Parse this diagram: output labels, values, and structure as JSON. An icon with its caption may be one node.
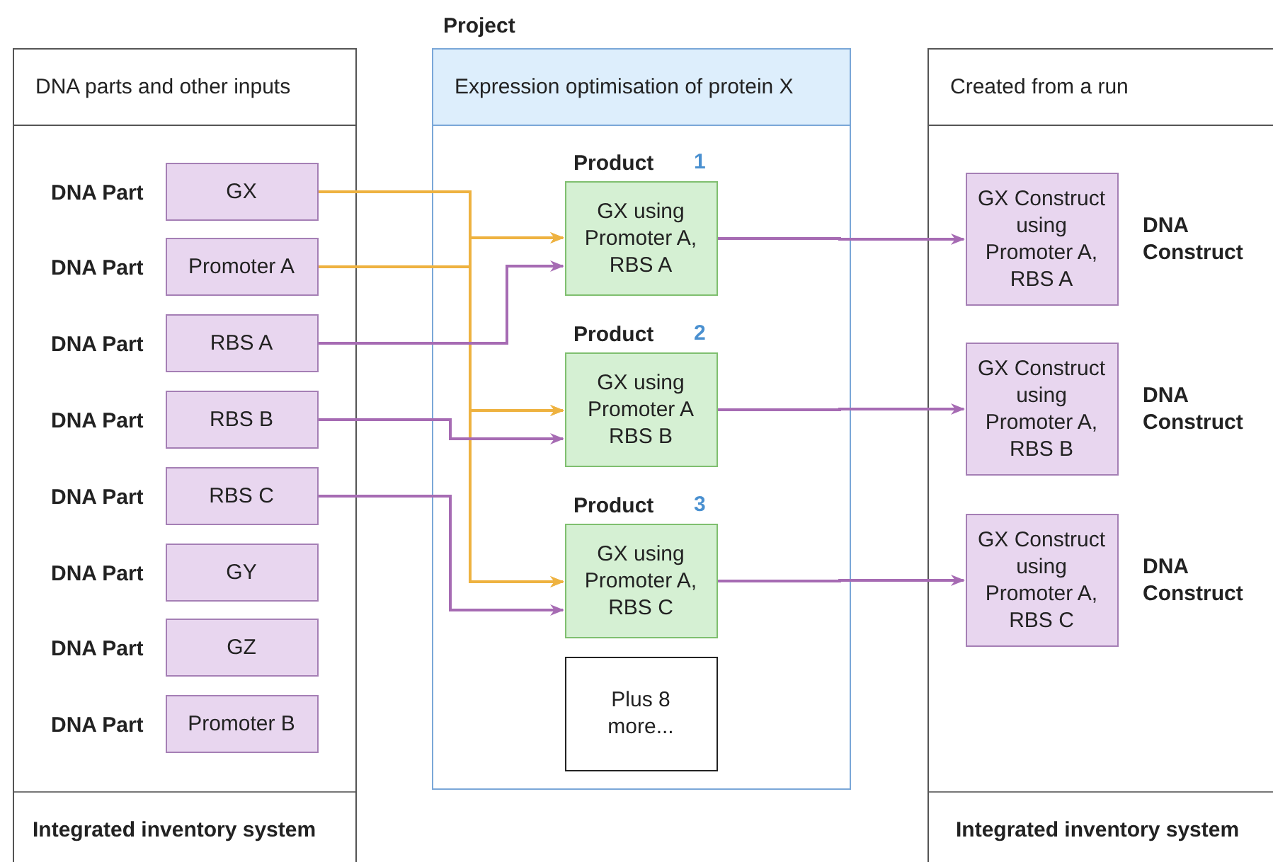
{
  "diagram": {
    "nodes": [
      {
        "text": [
          "DNA parts and other inputs",
          "Integrated inventory system"
        ]
      },
      {
        "text": [
          "GX"
        ],
        "in": 0,
        "beside": [
          "DNA Part"
        ]
      },
      {
        "text": [
          "Promoter A"
        ],
        "in": 0,
        "beside": [
          "DNA Part"
        ]
      },
      {
        "text": [
          "RBS A"
        ],
        "in": 0,
        "beside": [
          "DNA Part"
        ]
      },
      {
        "text": [
          "RBS B"
        ],
        "in": 0,
        "beside": [
          "DNA Part"
        ]
      },
      {
        "text": [
          "RBS C"
        ],
        "in": 0,
        "beside": [
          "DNA Part"
        ]
      },
      {
        "text": [
          "GY"
        ],
        "in": 0,
        "beside": [
          "DNA Part"
        ]
      },
      {
        "text": [
          "GZ"
        ],
        "in": 0,
        "beside": [
          "DNA Part"
        ]
      },
      {
        "text": [
          "Promoter B"
        ],
        "in": 0,
        "beside": [
          "DNA Part"
        ]
      },
      {
        "text": [
          "Project",
          "Expression optimisation of protein X"
        ]
      },
      {
        "text": [
          "GX using Promoter A, RBS A"
        ],
        "in": 9,
        "beside": [
          "Product",
          "1"
        ]
      },
      {
        "text": [
          "GX using Promoter A RBS B"
        ],
        "in": 9,
        "beside": [
          "Product",
          "2"
        ]
      },
      {
        "text": [
          "GX using Promoter A, RBS C"
        ],
        "in": 9,
        "beside": [
          "Product",
          "3"
        ]
      },
      {
        "text": [
          "Plus 8 more..."
        ],
        "in": 9
      },
      {
        "text": [
          "Created from a run",
          "Integrated inventory system"
        ]
      },
      {
        "text": [
          "GX Construct using Promoter A, RBS A"
        ],
        "in": 14,
        "beside": [
          "DNA Construct"
        ]
      },
      {
        "text": [
          "GX Construct using Promoter A, RBS B"
        ],
        "in": 14,
        "beside": [
          "DNA Construct"
        ]
      },
      {
        "text": [
          "GX Construct using Promoter A, RBS C"
        ],
        "in": 14,
        "beside": [
          "DNA Construct"
        ]
      }
    ],
    "edges": [
      {
        "from": 1,
        "to": 10,
        "arrow": "to",
        "color": "#eeb240"
      },
      {
        "from": 1,
        "to": 11,
        "arrow": "to",
        "color": "#eeb240"
      },
      {
        "from": 1,
        "to": 12,
        "arrow": "to",
        "color": "#eeb240"
      },
      {
        "from": 2,
        "to": 10,
        "arrow": "to",
        "color": "#eeb240"
      },
      {
        "from": 2,
        "to": 11,
        "arrow": "to",
        "color": "#eeb240"
      },
      {
        "from": 2,
        "to": 12,
        "arrow": "to",
        "color": "#eeb240"
      },
      {
        "from": 3,
        "to": 10,
        "arrow": "to",
        "color": "#a66bb3"
      },
      {
        "from": 4,
        "to": 11,
        "arrow": "to",
        "color": "#a66bb3"
      },
      {
        "from": 5,
        "to": 12,
        "arrow": "to",
        "color": "#a66bb3"
      },
      {
        "from": 10,
        "to": 15,
        "arrow": "to",
        "color": "#a66bb3"
      },
      {
        "from": 11,
        "to": 16,
        "arrow": "to",
        "color": "#a66bb3"
      },
      {
        "from": 12,
        "to": 17,
        "arrow": "to",
        "color": "#a66bb3"
      }
    ]
  }
}
